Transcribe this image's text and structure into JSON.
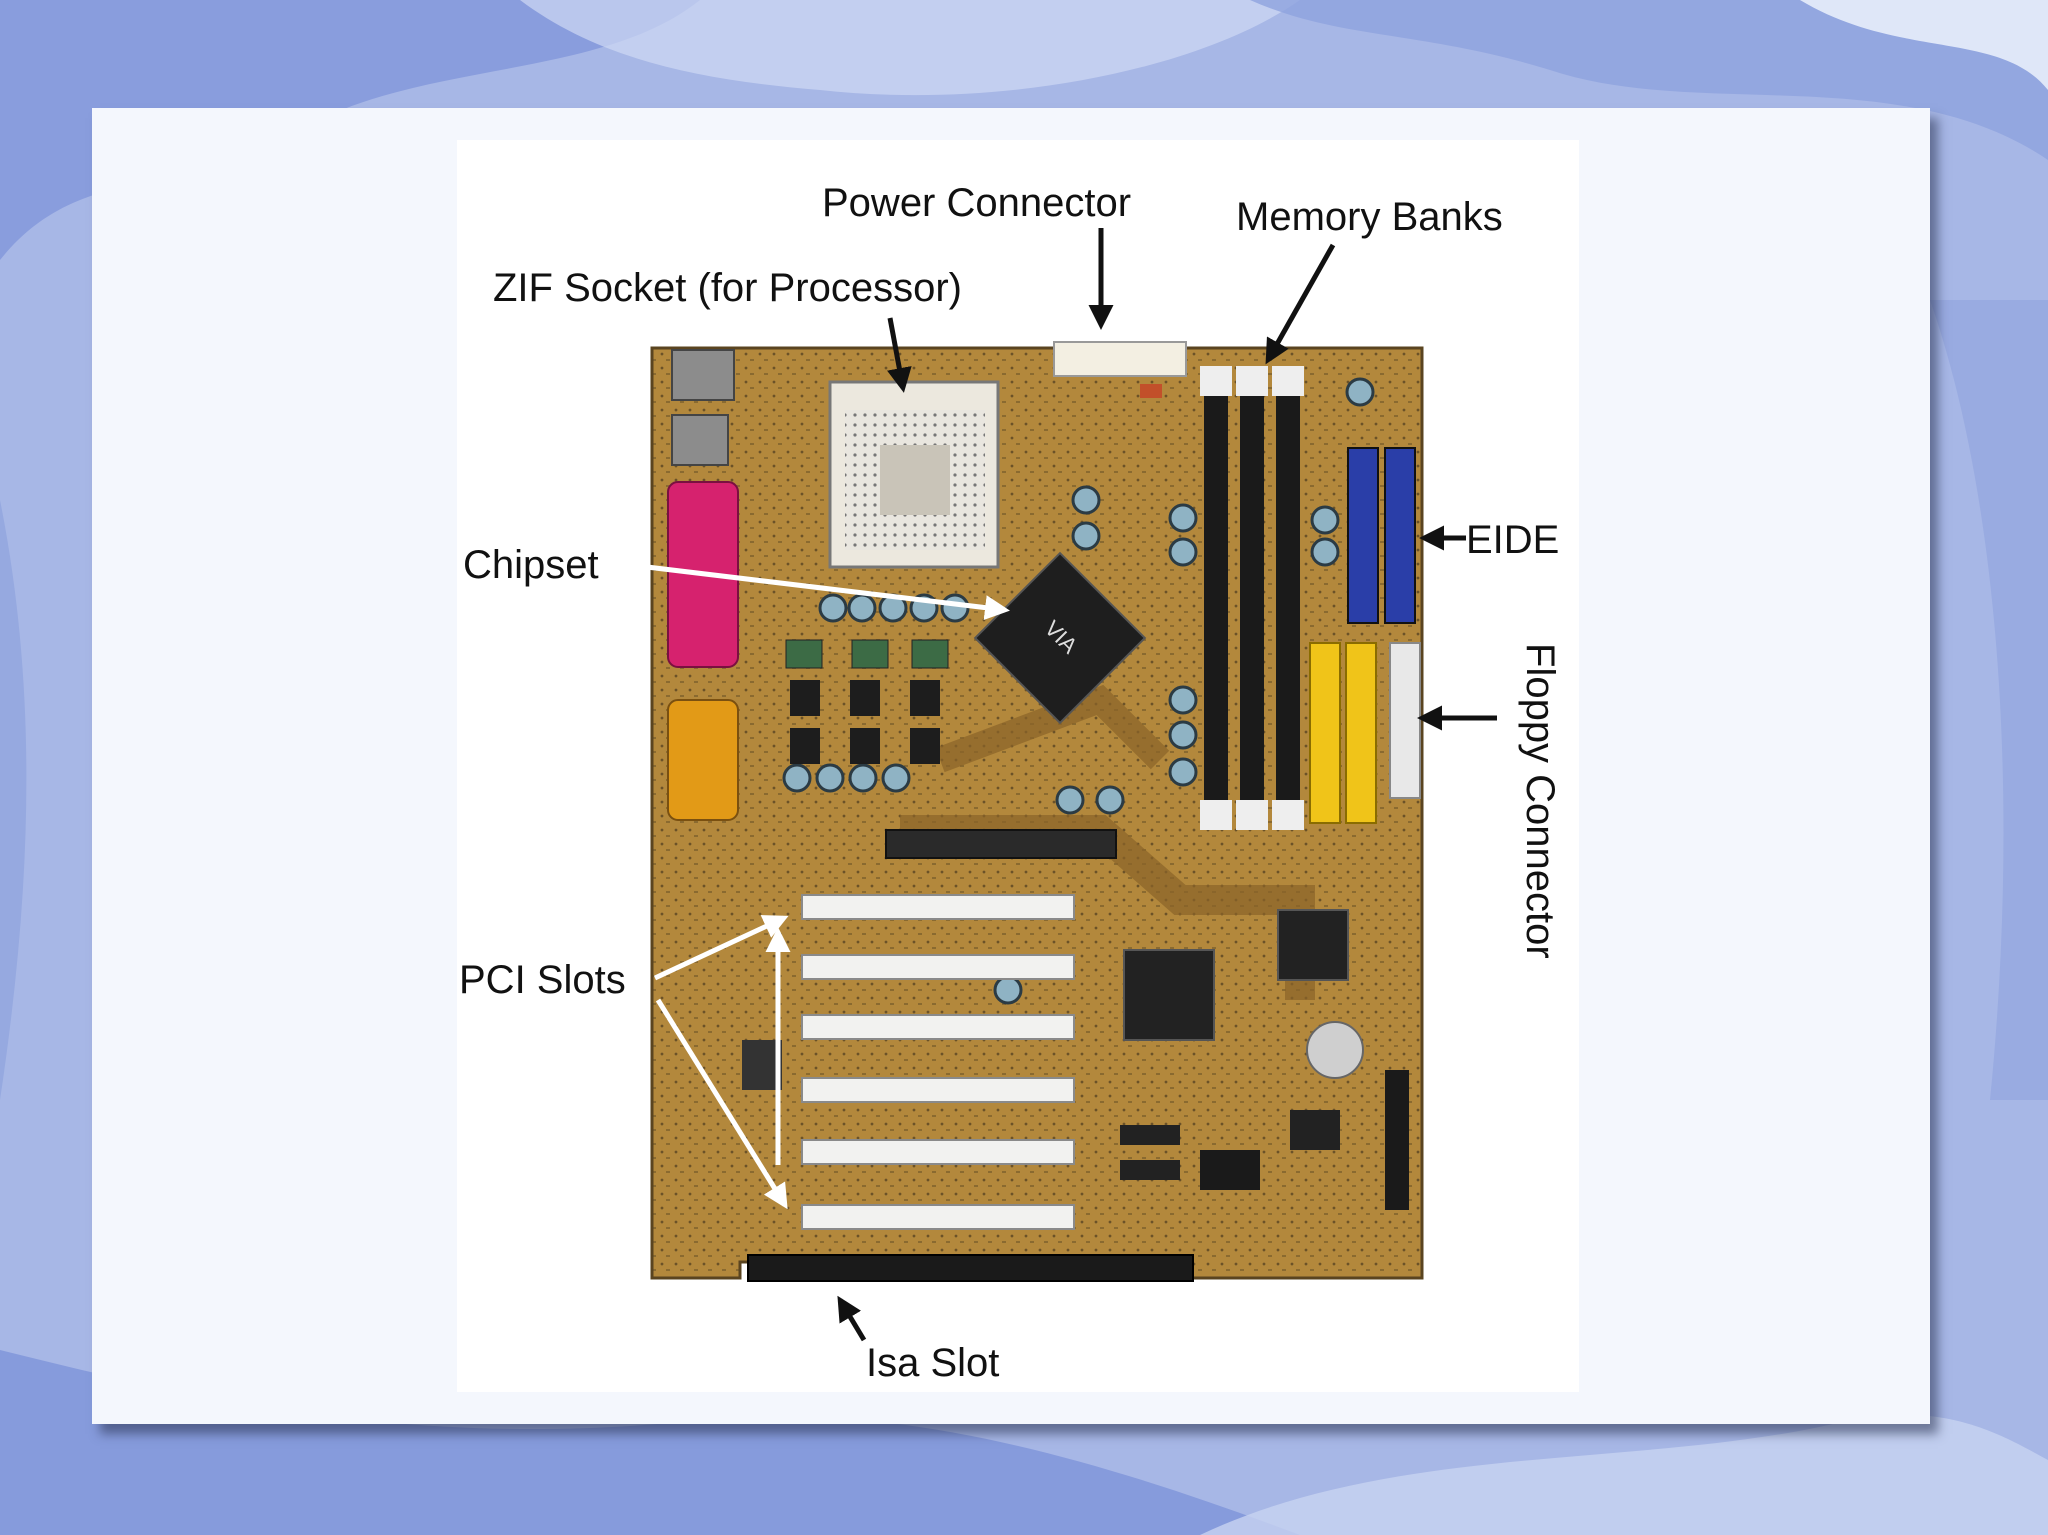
{
  "labels": {
    "power_connector": "Power Connector",
    "memory_banks": "Memory Banks",
    "zif_socket": "ZIF Socket (for Processor)",
    "chipset": "Chipset",
    "eide": "EIDE",
    "floppy_connector": "Floppy Connector",
    "pci_slots": "PCI Slots",
    "isa_slot": "Isa Slot"
  },
  "colors": {
    "board": "#b58a3c",
    "board_dark": "#4a3b22",
    "pci_slot": "#f2f2f0",
    "memory_slot": "#1a1a1a",
    "eide_connector": "#2a3ea8",
    "floppy_yellow": "#f0c419",
    "parallel_port": "#d6226e",
    "vga_port": "#e29a17",
    "background": "#9fb0e4"
  }
}
